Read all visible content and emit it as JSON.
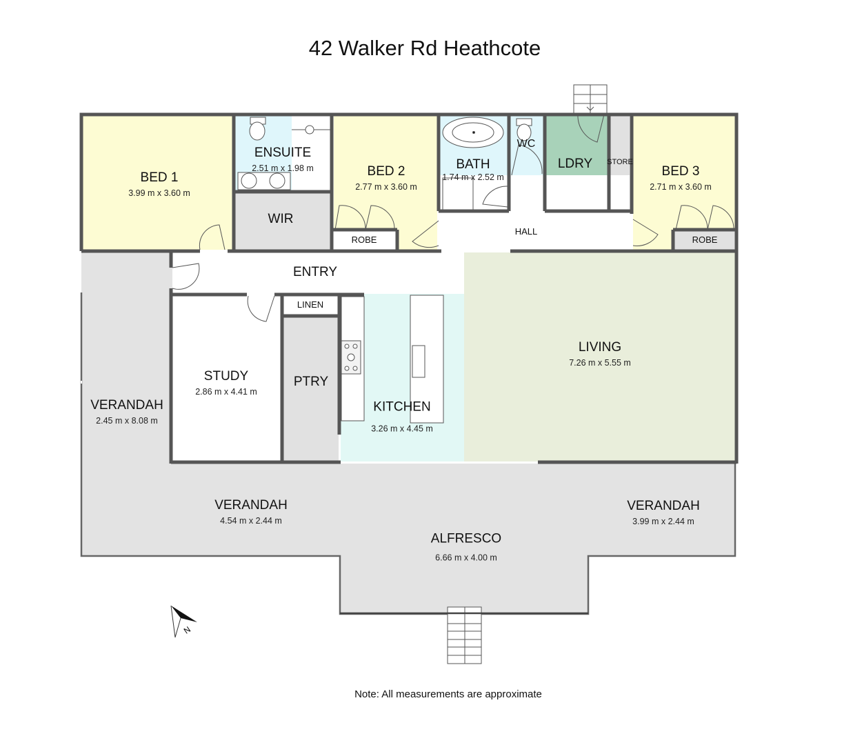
{
  "title": "42 Walker Rd Heathcote",
  "note": "Note: All measurements are approximate",
  "colors": {
    "wall": "#555555",
    "bedroom": "#fdfcd3",
    "wet_area": "#dff6fb",
    "kitchen": "#e2f8f5",
    "laundry": "#a8d2b9",
    "living": "#e9eedb",
    "storage": "#e1e1e1",
    "outdoor": "#e3e3e3",
    "circulation": "#ffffff"
  },
  "rooms": {
    "bed1": {
      "name": "BED 1",
      "dims": "3.99 m x 3.60 m"
    },
    "ensuite": {
      "name": "ENSUITE",
      "dims": "2.51 m x 1.98 m"
    },
    "wir": {
      "name": "WIR"
    },
    "bed2": {
      "name": "BED 2",
      "dims": "2.77 m x 3.60 m"
    },
    "robe2": {
      "name": "ROBE"
    },
    "bath": {
      "name": "BATH",
      "dims": "1.74 m x 2.52 m"
    },
    "wc": {
      "name": "WC"
    },
    "ldry": {
      "name": "LDRY"
    },
    "store": {
      "name": "STORE"
    },
    "bed3": {
      "name": "BED 3",
      "dims": "2.71 m x 3.60 m"
    },
    "robe3": {
      "name": "ROBE"
    },
    "hall": {
      "name": "HALL"
    },
    "entry": {
      "name": "ENTRY"
    },
    "linen": {
      "name": "LINEN"
    },
    "study": {
      "name": "STUDY",
      "dims": "2.86 m x 4.41 m"
    },
    "ptry": {
      "name": "PTRY"
    },
    "kitchen": {
      "name": "KITCHEN",
      "dims": "3.26 m x 4.45 m"
    },
    "living": {
      "name": "LIVING",
      "dims": "7.26 m x 5.55 m"
    },
    "verandah_west": {
      "name": "VERANDAH",
      "dims": "2.45 m x 8.08 m"
    },
    "verandah_south": {
      "name": "VERANDAH",
      "dims": "4.54 m x 2.44 m"
    },
    "verandah_east": {
      "name": "VERANDAH",
      "dims": "3.99 m x 2.44 m"
    },
    "alfresco": {
      "name": "ALFRESCO",
      "dims": "6.66 m x 4.00 m"
    }
  },
  "compass": {
    "label": "N"
  }
}
